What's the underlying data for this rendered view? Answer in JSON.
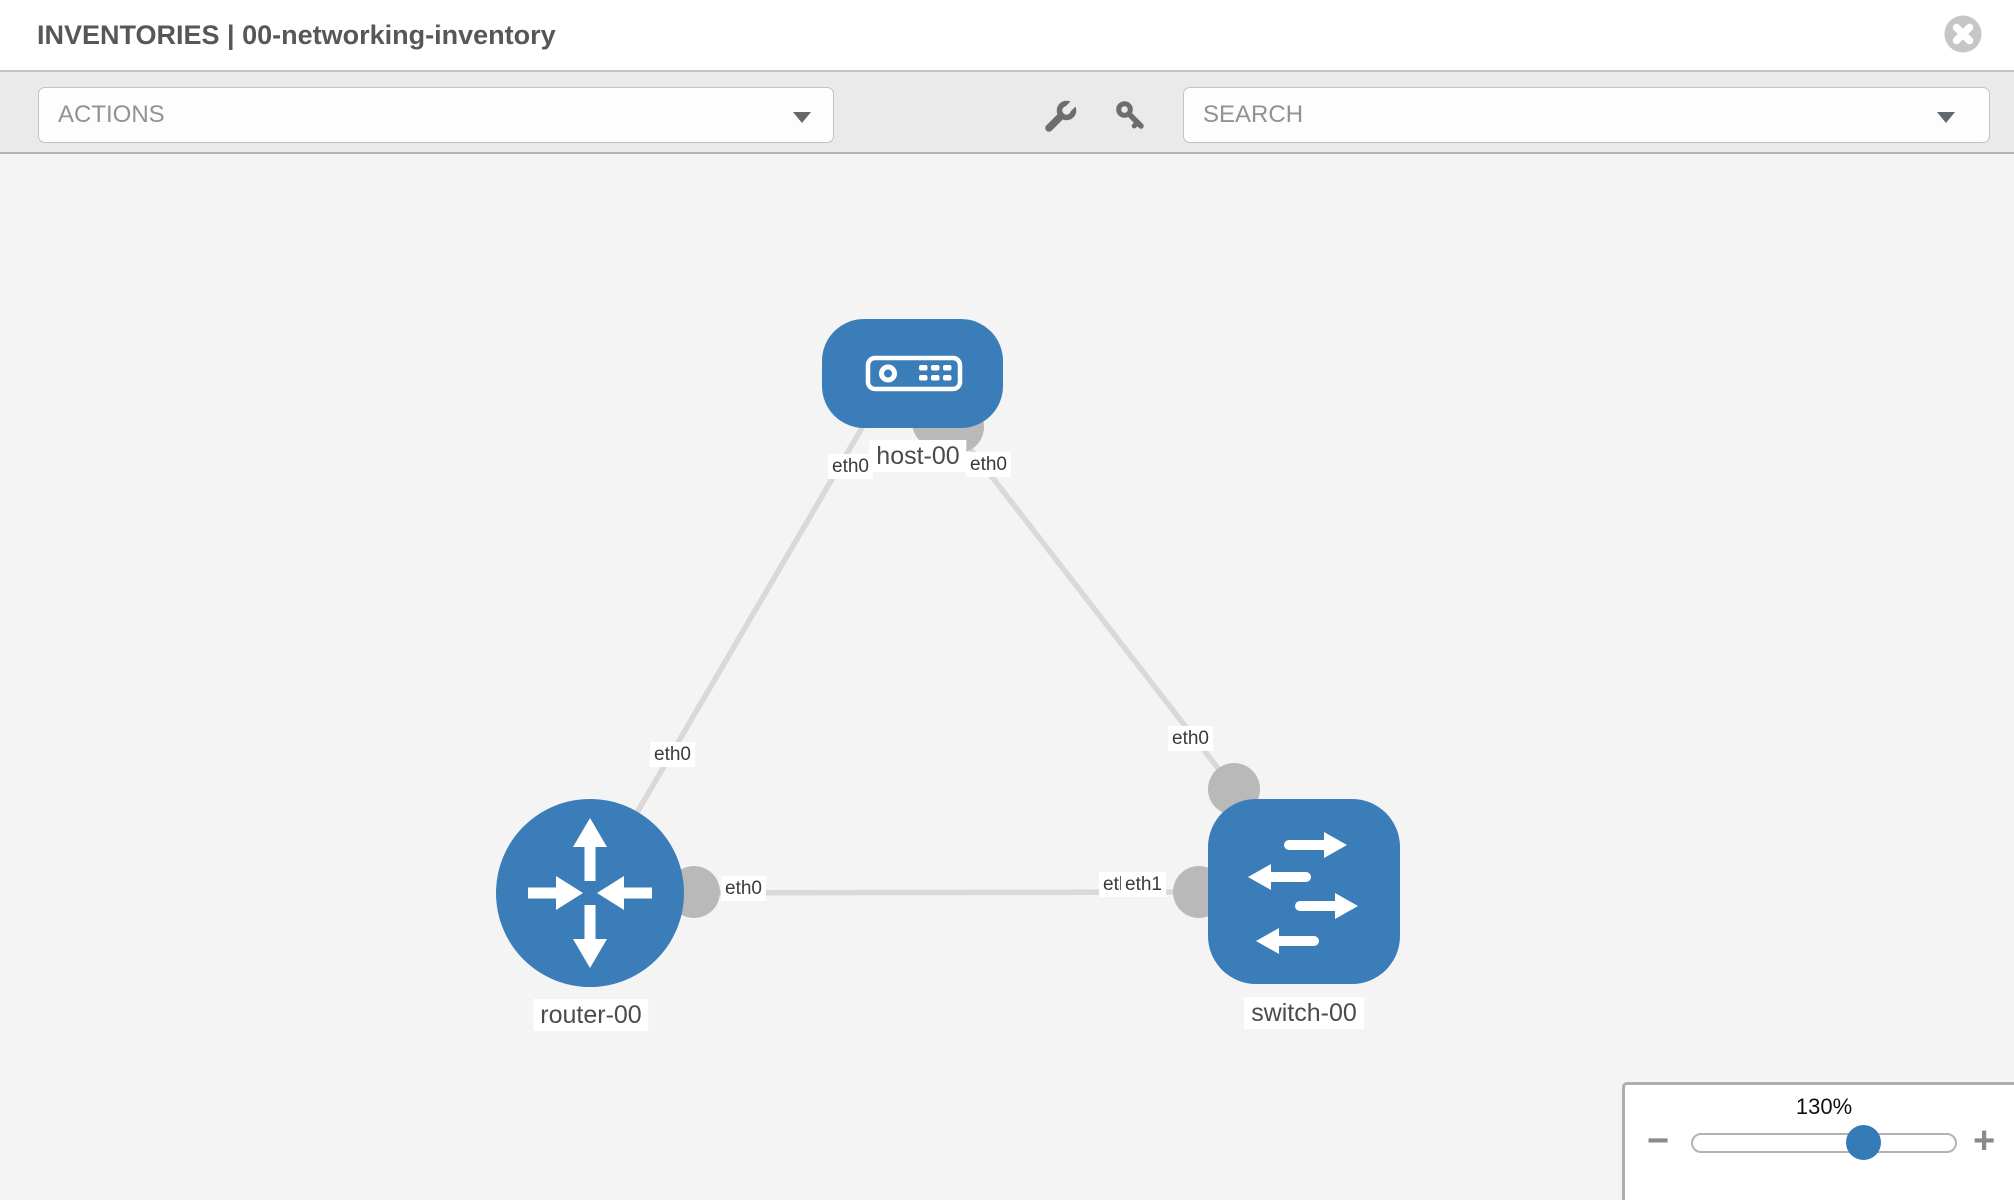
{
  "header": {
    "title": "INVENTORIES | 00-networking-inventory"
  },
  "toolbar": {
    "actions_label": "ACTIONS",
    "search_label": "SEARCH",
    "icons": [
      "wrench-icon",
      "key-icon"
    ]
  },
  "canvas": {
    "nodes": {
      "host": {
        "label": "host-00",
        "icon": "host-icon"
      },
      "router": {
        "label": "router-00",
        "icon": "router-icon"
      },
      "switch": {
        "label": "switch-00",
        "icon": "switch-icon"
      }
    },
    "interface_labels": {
      "host_left": "eth0",
      "host_right": "eth0",
      "router_host_link": "eth0",
      "router_right": "eth0",
      "switch_top": "eth0",
      "switch_left_back": "eth0",
      "switch_left_front": "eth1"
    }
  },
  "zoom_control": {
    "level": "130%",
    "minus_label": "−",
    "plus_label": "+"
  },
  "colors": {
    "node_blue": "#3b7db8",
    "link_gray": "#d9d9d9",
    "port_gray": "#b9b9b9",
    "slider_blue": "#337ab7",
    "close_gray": "#c6c6c6"
  }
}
